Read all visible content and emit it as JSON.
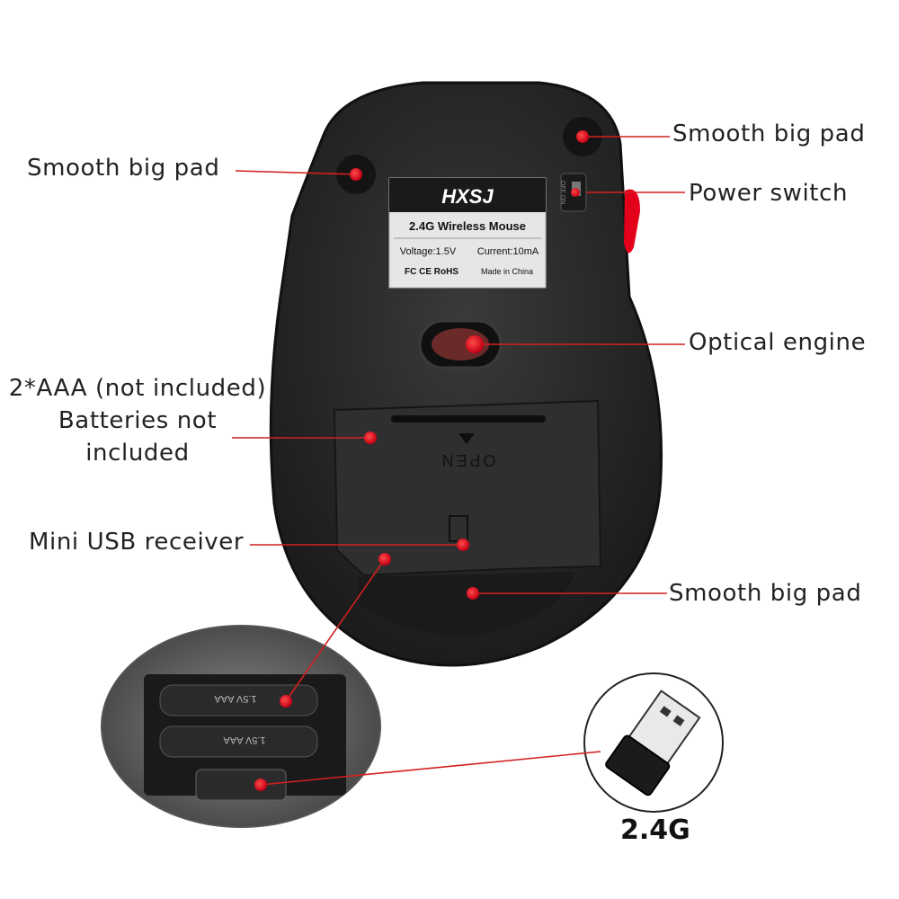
{
  "labels": {
    "pad_top_left": "Smooth big pad",
    "pad_top_right": "Smooth big pad",
    "power_switch": "Power switch",
    "optical_engine": "Optical engine",
    "batteries": "2*AAA (not included) Batteries not included",
    "usb_receiver": "Mini USB receiver",
    "pad_bottom": "Smooth big pad"
  },
  "sticker": {
    "brand": "HXSJ",
    "model": "2.4G Wireless Mouse",
    "voltage": "Voltage:1.5V",
    "current": "Current:10mA",
    "certs": "FC CE RoHS",
    "origin": "Made in China"
  },
  "cover_text": "OPEN",
  "switch_text": "OFF ON",
  "battery_text": "1.5V AAA",
  "receiver_badge": "2.4G",
  "colors": {
    "accent": "#e3001b",
    "body": "#2b2b2b",
    "line": "#d42020"
  }
}
